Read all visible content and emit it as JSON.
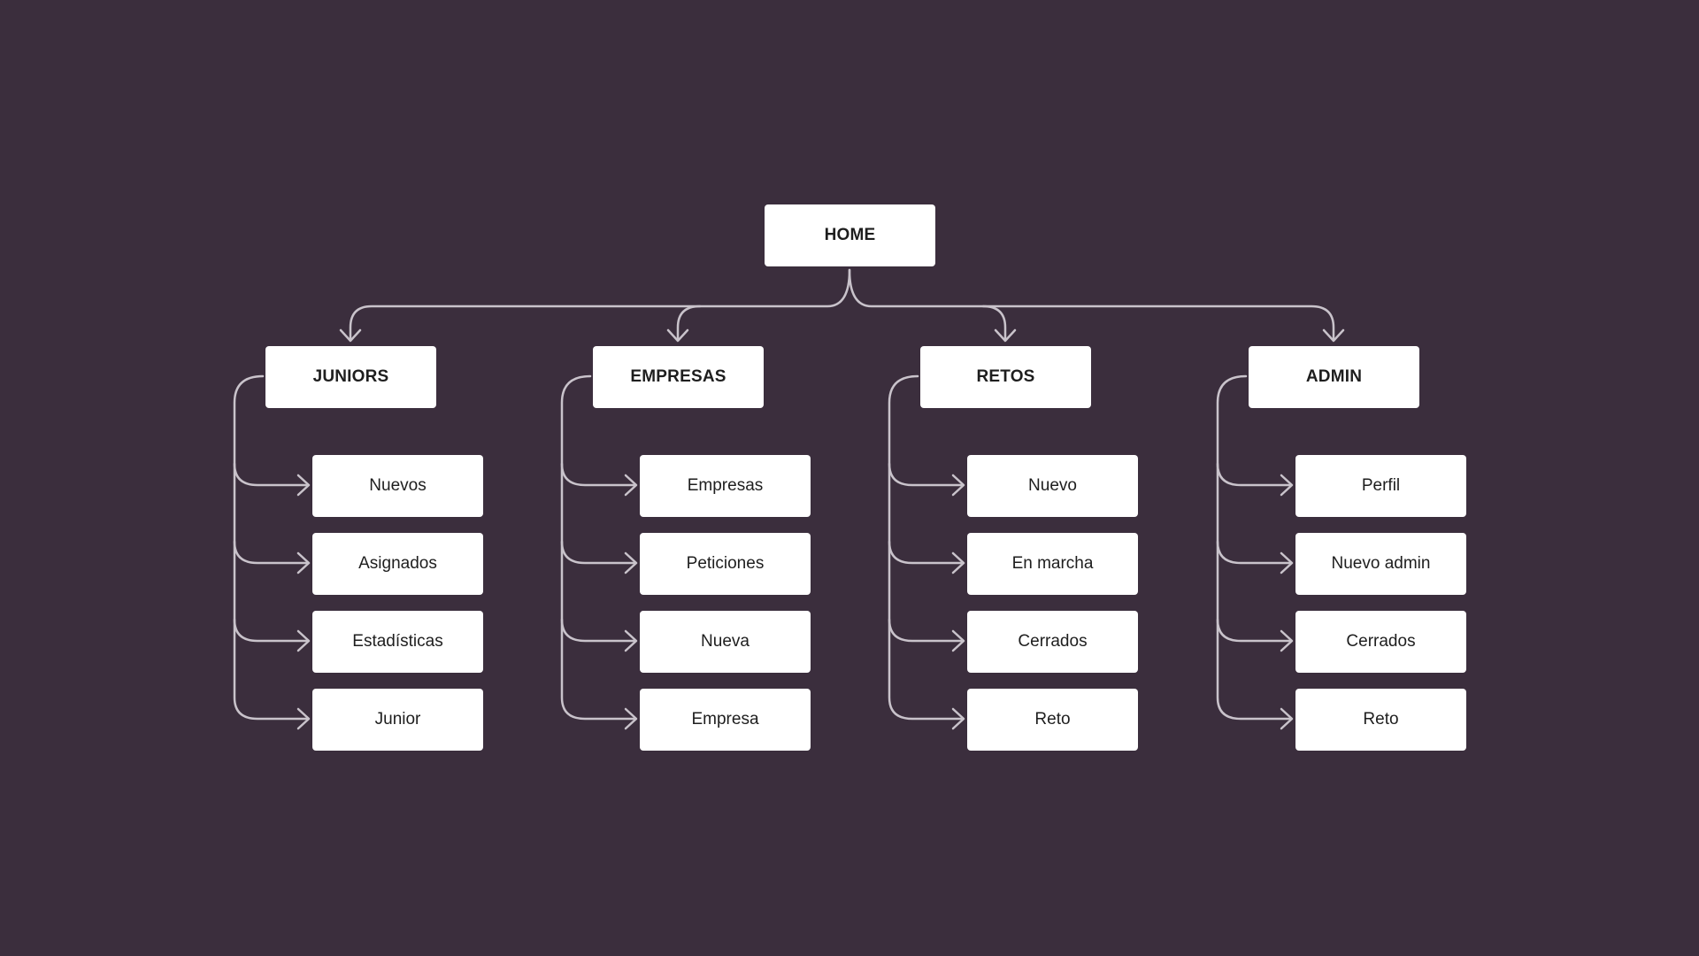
{
  "root": {
    "label": "HOME"
  },
  "sections": [
    {
      "label": "JUNIORS",
      "items": [
        "Nuevos",
        "Asignados",
        "Estadísticas",
        "Junior"
      ]
    },
    {
      "label": "EMPRESAS",
      "items": [
        "Empresas",
        "Peticiones",
        "Nueva",
        "Empresa"
      ]
    },
    {
      "label": "RETOS",
      "items": [
        "Nuevo",
        "En marcha",
        "Cerrados",
        "Reto"
      ]
    },
    {
      "label": "ADMIN",
      "items": [
        "Perfil",
        "Nuevo admin",
        "Cerrados",
        "Reto"
      ]
    }
  ],
  "colors": {
    "background": "#3b2e3d",
    "node": "#ffffff",
    "text": "#1e1e1e",
    "connector": "#c9c3cb"
  }
}
